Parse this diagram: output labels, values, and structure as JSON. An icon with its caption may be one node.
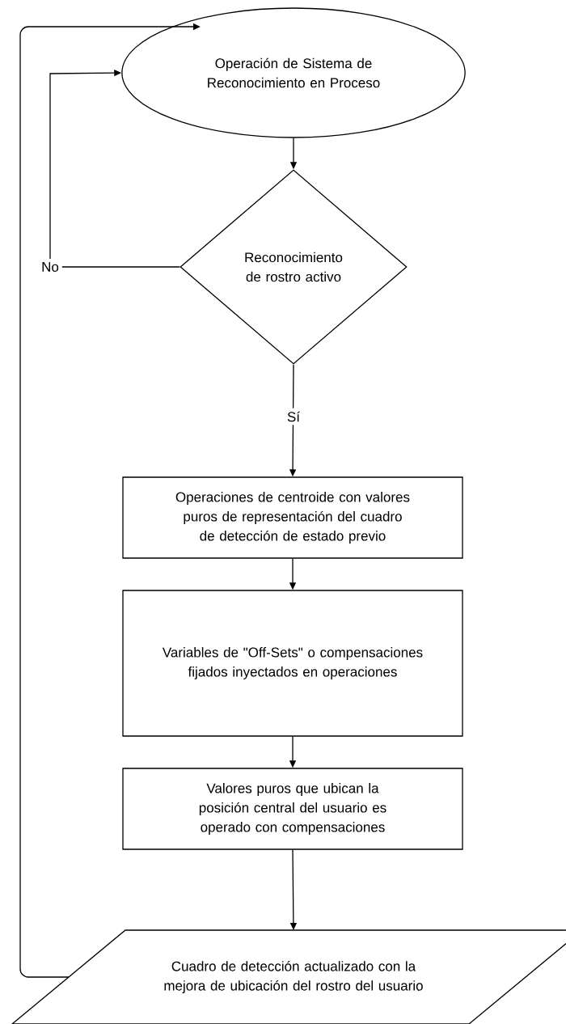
{
  "diagram": {
    "nodes": [
      {
        "text": [
          "Operación de Sistema de Reconocimiento en Proceso"
        ]
      },
      {
        "text": [
          "Reconocimiento de rostro activo"
        ]
      },
      {
        "text": [
          "Operaciones de centroide con valores puros de representación del cuadro de detección de estado previo"
        ]
      },
      {
        "text": [
          "Variables de \"Off-Sets\" o compensaciones fijados inyectados en operaciones"
        ]
      },
      {
        "text": [
          "Valores puros que ubican la posición central del usuario es operado con compensaciones"
        ]
      },
      {
        "text": [
          "Cuadro de detección actualizado con la mejora de ubicación del rostro del usuario"
        ]
      }
    ],
    "edges": [
      {
        "from": 0,
        "to": 1,
        "arrow": "to"
      },
      {
        "from": 1,
        "to": 0,
        "arrow": "to",
        "label": "No"
      },
      {
        "from": 1,
        "to": 2,
        "arrow": "to",
        "label": "Sí"
      },
      {
        "from": 2,
        "to": 3,
        "arrow": "to"
      },
      {
        "from": 3,
        "to": 4,
        "arrow": "to"
      },
      {
        "from": 4,
        "to": 5,
        "arrow": "to"
      },
      {
        "from": 5,
        "to": 0,
        "arrow": "to"
      }
    ]
  }
}
